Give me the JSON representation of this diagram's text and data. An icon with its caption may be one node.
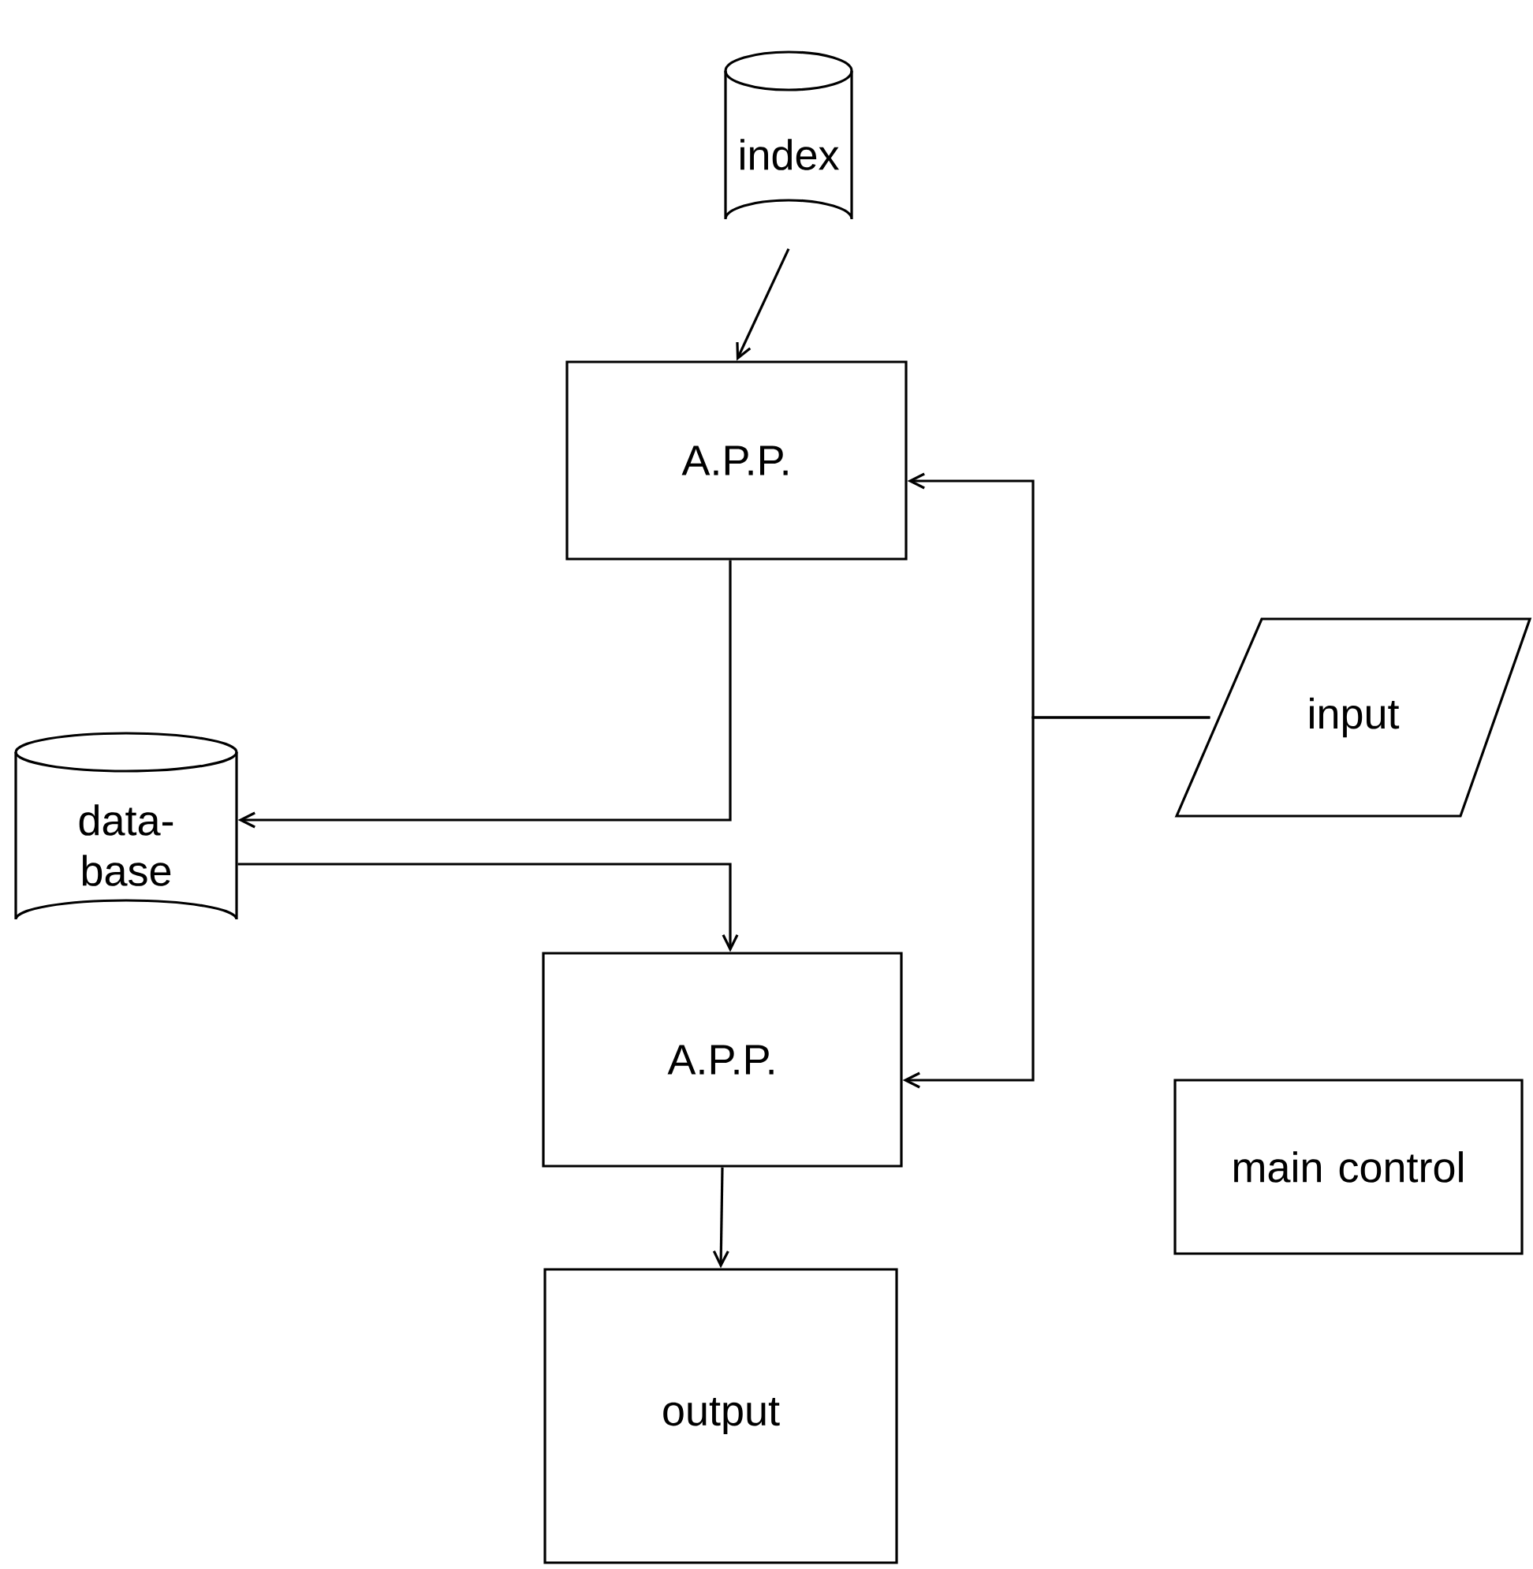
{
  "diagram": {
    "nodes": [
      {
        "text": [
          "index"
        ]
      },
      {
        "text": [
          "A.P.P."
        ]
      },
      {
        "text": [
          "input"
        ]
      },
      {
        "text": [
          "data- base"
        ]
      },
      {
        "text": [
          "A.P.P."
        ]
      },
      {
        "text": [
          "main control"
        ]
      },
      {
        "text": [
          "output"
        ]
      }
    ],
    "edges": [
      {
        "from": 0,
        "to": 1,
        "arrow": "to"
      },
      {
        "from": 1,
        "to": 3,
        "arrow": "to"
      },
      {
        "from": 3,
        "to": 4,
        "arrow": "to"
      },
      {
        "from": 2,
        "to": 1,
        "arrow": "to"
      },
      {
        "from": 2,
        "to": 4,
        "arrow": "to"
      },
      {
        "from": 4,
        "to": 6,
        "arrow": "to"
      }
    ]
  }
}
